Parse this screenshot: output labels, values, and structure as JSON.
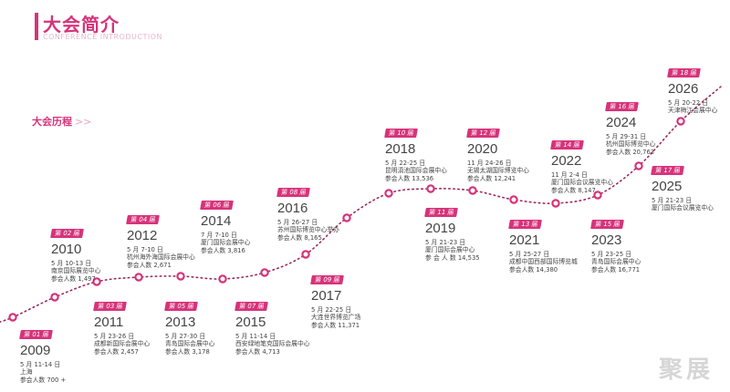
{
  "header": {
    "title": "大会简介",
    "subtitle": "CONFERENCE INTRODUCTION"
  },
  "section": {
    "label": "大会历程",
    "arrows": ">>"
  },
  "timeline": [
    {
      "badge": "第 01 届",
      "year": "2009",
      "date": "5 月 11-14 日",
      "venue": "上海",
      "attendance": "参会人数 700 +"
    },
    {
      "badge": "第 02 届",
      "year": "2010",
      "date": "5 月 10-13 日",
      "venue": "南京国际展览中心",
      "attendance": "参会人数 1,497"
    },
    {
      "badge": "第 03 届",
      "year": "2011",
      "date": "5 月 23-26 日",
      "venue": "成都新国际会展中心",
      "attendance": "参会人数 2,457"
    },
    {
      "badge": "第 04 届",
      "year": "2012",
      "date": "5 月 7-10 日",
      "venue": "杭州海外海国际会展中心",
      "attendance": "参会人数 2,671"
    },
    {
      "badge": "第 05 届",
      "year": "2013",
      "date": "5 月 27-30 日",
      "venue": "青岛国际会展中心",
      "attendance": "参会人数 3,178"
    },
    {
      "badge": "第 06 届",
      "year": "2014",
      "date": "7 月 7-10 日",
      "venue": "厦门国际会展中心",
      "attendance": "参会人数 3,816"
    },
    {
      "badge": "第 07 届",
      "year": "2015",
      "date": "5 月 11-14 日",
      "venue": "西安绿地笔克国际会展中心",
      "attendance": "参会人数 4,713"
    },
    {
      "badge": "第 08 届",
      "year": "2016",
      "date": "5 月 26-27 日",
      "venue": "苏州国际博览中心举办",
      "attendance": "参会人数 8,165"
    },
    {
      "badge": "第 09 届",
      "year": "2017",
      "date": "5 月 22-25 日",
      "venue": "大连世界博览广场",
      "attendance": "参会人数 11,371"
    },
    {
      "badge": "第 10 届",
      "year": "2018",
      "date": "5 月 22-25 日",
      "venue": "昆明滇池国际会展中心",
      "attendance": "参会人数 13,536"
    },
    {
      "badge": "第 11 届",
      "year": "2019",
      "date": "5 月 21-23 日",
      "venue": "厦门国际会展中心",
      "attendance": "参 会 人 数 14,535"
    },
    {
      "badge": "第 12 届",
      "year": "2020",
      "date": "11 月 24-26 日",
      "venue": "无锡太湖国际博览中心",
      "attendance": "参会人数 12,241"
    },
    {
      "badge": "第 13 届",
      "year": "2021",
      "date": "5 月 25-27 日",
      "venue": "成都中国西部国际博览城",
      "attendance": "参会人数 14,380"
    },
    {
      "badge": "第 14 届",
      "year": "2022",
      "date": "11 月 2-4 日",
      "venue": "厦门国际会议展览中心",
      "attendance": "参会人数 8,147"
    },
    {
      "badge": "第 15 届",
      "year": "2023",
      "date": "5 月 23-25 日",
      "venue": "青岛国际会展中心",
      "attendance": "参会人数 16,771"
    },
    {
      "badge": "第 16 届",
      "year": "2024",
      "date": "5 月 29-31 日",
      "venue": "杭州国际博览中心",
      "attendance": "参会人数 20,763"
    },
    {
      "badge": "第 17 届",
      "year": "2025",
      "date": "5 月 21-23 日",
      "venue": "厦门国际会议展览中心",
      "attendance": ""
    },
    {
      "badge": "第 18 届",
      "year": "2026",
      "date": "5 月 20-22 日",
      "venue": "天津梅江会展中心",
      "attendance": ""
    }
  ],
  "watermark": "聚展",
  "colors": {
    "accent": "#d6337a",
    "dot": "#d6337a",
    "curve": "#9a2b5e"
  }
}
